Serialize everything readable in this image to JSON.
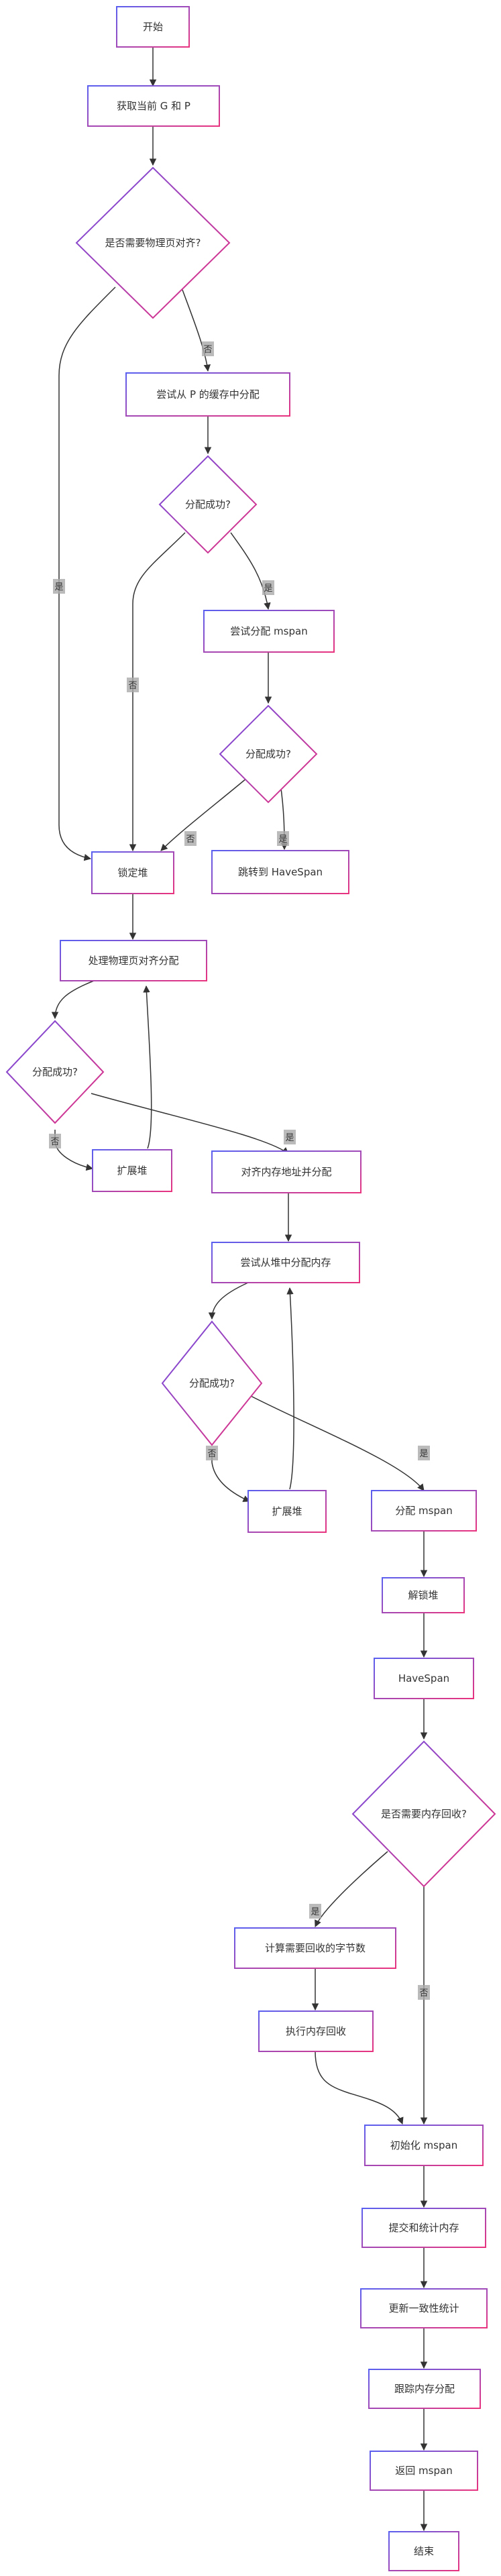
{
  "flowchart": {
    "nodes": {
      "start": "开始",
      "get_gp": "获取当前 G 和 P",
      "need_align": "是否需要物理页对齐?",
      "try_pcache": "尝试从 P 的缓存中分配",
      "success1": "分配成功?",
      "try_mspan": "尝试分配 mspan",
      "success2": "分配成功?",
      "lock_heap": "锁定堆",
      "goto_havespan": "跳转到 HaveSpan",
      "handle_align": "处理物理页对齐分配",
      "success3": "分配成功?",
      "expand1": "扩展堆",
      "align_alloc": "对齐内存地址并分配",
      "try_heap": "尝试从堆中分配内存",
      "success4": "分配成功?",
      "expand2": "扩展堆",
      "alloc_mspan": "分配 mspan",
      "unlock_heap": "解锁堆",
      "havespan": "HaveSpan",
      "need_reclaim": "是否需要内存回收?",
      "calc_bytes": "计算需要回收的字节数",
      "do_reclaim": "执行内存回收",
      "init_mspan": "初始化 mspan",
      "commit_stats": "提交和统计内存",
      "update_stats": "更新一致性统计",
      "trace_alloc": "跟踪内存分配",
      "return_mspan": "返回 mspan",
      "end": "结束"
    },
    "edge_labels": {
      "yes": "是",
      "no": "否"
    },
    "colors": {
      "node_fill": "#ffffff",
      "border_blue": "#4a5fe0",
      "border_pink": "#e8337f",
      "edge": "#333333",
      "label_bg": "#aaaaaa"
    }
  }
}
